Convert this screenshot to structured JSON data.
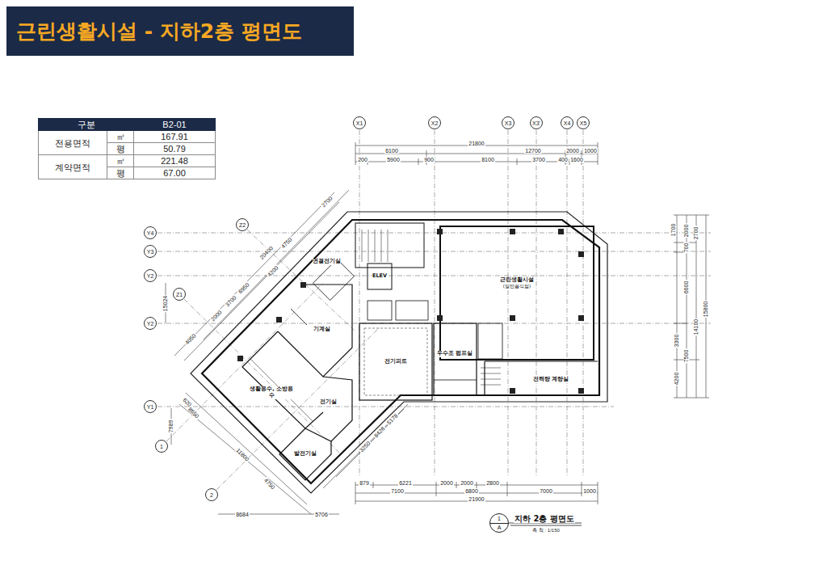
{
  "diagram": {
    "title": "근린생활시설 - 지하2층 평면도",
    "caption": "지하 2층 평면도",
    "nodes": [
      {
        "text": [
          "X1"
        ]
      },
      {
        "text": [
          "X2"
        ]
      },
      {
        "text": [
          "X3"
        ]
      },
      {
        "text": [
          "X3'"
        ]
      },
      {
        "text": [
          "X4"
        ]
      },
      {
        "text": [
          "X5"
        ]
      },
      {
        "text": [
          "Y4"
        ]
      },
      {
        "text": [
          "Y3"
        ]
      },
      {
        "text": [
          "Y2"
        ]
      },
      {
        "text": [
          "Y2"
        ]
      },
      {
        "text": [
          "Y1"
        ]
      },
      {
        "text": [
          "Z2"
        ]
      },
      {
        "text": [
          "Z1"
        ]
      },
      {
        "text": [
          "1"
        ]
      },
      {
        "text": [
          "2"
        ]
      },
      {
        "text": [
          "근린생활시설",
          "(일반음식점)"
        ]
      },
      {
        "text": [
          "전력량 계량실"
        ]
      },
      {
        "text": [
          "우수조 펌프실"
        ]
      },
      {
        "text": [
          "전기피트"
        ]
      },
      {
        "text": [
          "기계실"
        ]
      },
      {
        "text": [
          "전기실"
        ]
      },
      {
        "text": [
          "발전기실"
        ]
      },
      {
        "text": [
          "생활용수, 소방용수"
        ]
      },
      {
        "text": [
          "연결전기실"
        ]
      },
      {
        "text": [
          "ELEV"
        ]
      },
      {
        "text": [
          "1",
          "A"
        ]
      }
    ],
    "labels": [
      "구분",
      "B2-01",
      "전용면적",
      "㎡",
      "167.91",
      "평",
      "50.79",
      "계약면적",
      "㎡",
      "221.48",
      "평",
      "67.00",
      "21800",
      "6100",
      "12700",
      "2000",
      "1000",
      "200",
      "5900",
      "900",
      "8100",
      "3700",
      "400",
      "1600",
      "1700",
      "700",
      "2000",
      "2700",
      "6600",
      "3300",
      "7500",
      "14100",
      "15800",
      "4200",
      "879",
      "6221",
      "2000",
      "2000",
      "2800",
      "7100",
      "6800",
      "7000",
      "1000",
      "21900",
      "2700",
      "4750",
      "20400",
      "4200",
      "6950",
      "3700",
      "2000",
      "4050",
      "15024",
      "7989",
      "620",
      "8650",
      "11800",
      "4750",
      "8684",
      "5706",
      "3250",
      "8426",
      "5178",
      "축 척 : 1/150"
    ]
  }
}
